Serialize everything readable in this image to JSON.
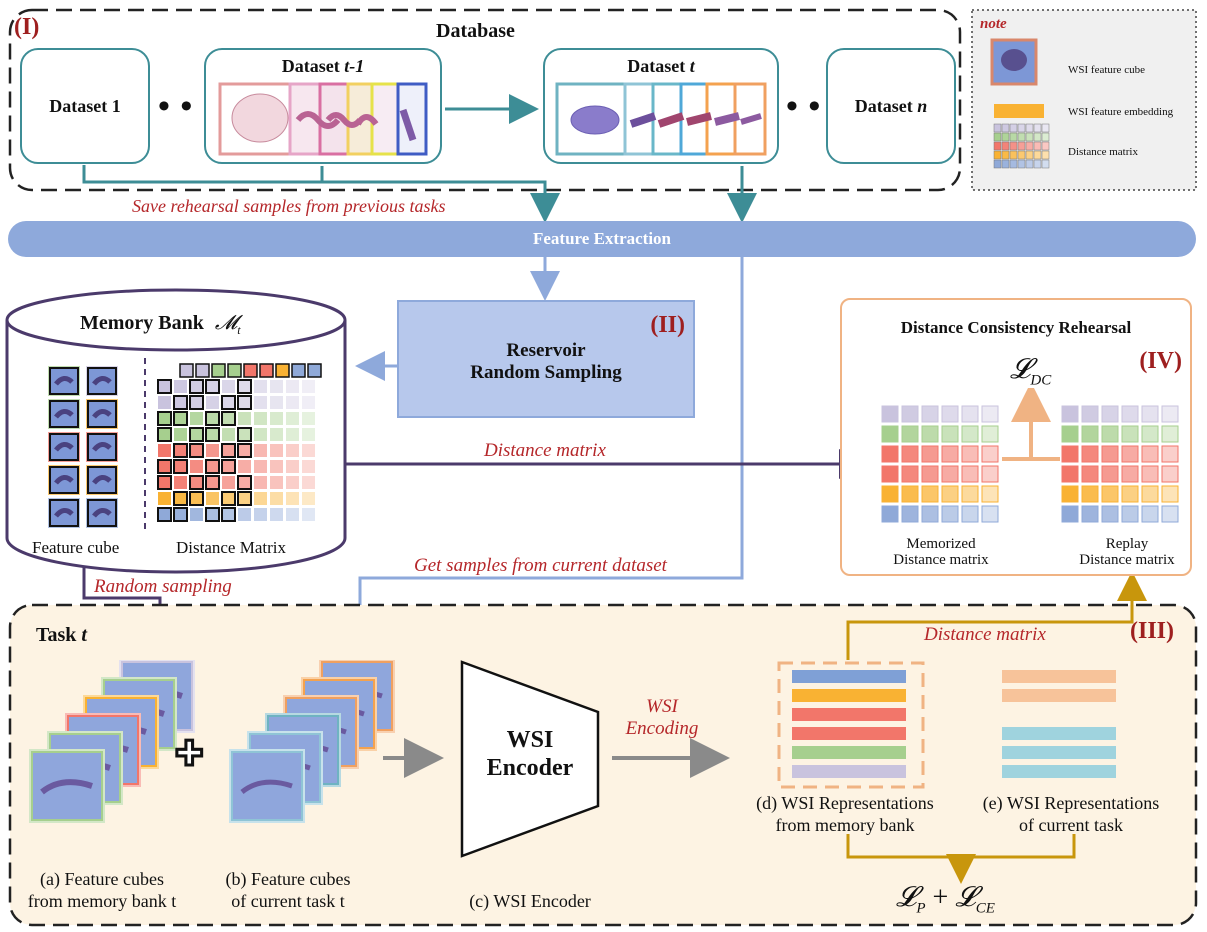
{
  "database": {
    "roman": "(I)",
    "title": "Database",
    "datasets": [
      {
        "label": "Dataset 1"
      },
      {
        "label": "Dataset t-1"
      },
      {
        "label": "Dataset t"
      },
      {
        "label": "Dataset n"
      }
    ],
    "ellipsis": "• • •"
  },
  "note": {
    "title": "note",
    "items": [
      {
        "icon": "wsi-feature-cube-icon",
        "label": "WSI feature cube"
      },
      {
        "icon": "wsi-feature-embedding-icon",
        "label": "WSI feature embedding"
      },
      {
        "icon": "distance-matrix-icon",
        "label": "Distance matrix"
      }
    ]
  },
  "save_rehearsal_label": "Save rehearsal samples from previous tasks",
  "feature_extraction": "Feature Extraction",
  "memory_bank": {
    "title": "Memory Bank",
    "symbol": "𝓜",
    "subscript": "t",
    "feature_cube_label": "Feature cube",
    "distance_matrix_label": "Distance Matrix"
  },
  "reservoir": {
    "roman": "(II)",
    "line1": "Reservoir",
    "line2": "Random Sampling"
  },
  "dcr": {
    "roman": "(IV)",
    "title": "Distance Consistency Rehearsal",
    "loss": "𝓛",
    "loss_sub": "DC",
    "memorized_line1": "Memorized",
    "memorized_line2": "Distance matrix",
    "replay_line1": "Replay",
    "replay_line2": "Distance matrix"
  },
  "arrows": {
    "distance_matrix_1": "Distance matrix",
    "get_samples": "Get samples from current dataset",
    "random_sampling": "Random sampling",
    "distance_matrix_2": "Distance matrix",
    "wsi_encoding_1": "WSI",
    "wsi_encoding_2": "Encoding"
  },
  "task": {
    "roman": "(III)",
    "title": "Task",
    "title_t": "t",
    "plus": "✚",
    "encoder_line1": "WSI",
    "encoder_line2": "Encoder",
    "captions": {
      "a1": "(a) Feature cubes",
      "a2": "from memory bank t",
      "b1": "(b) Feature cubes",
      "b2": "of current task t",
      "c": "(c) WSI Encoder",
      "d1": "(d) WSI Representations",
      "d2": "from memory bank",
      "e1": "(e) WSI Representations",
      "e2": "of current task"
    },
    "final_loss": "𝓛",
    "final_loss_sub1": "P",
    "final_plus": " + ",
    "final_loss2": "𝓛",
    "final_loss_sub2": "CE"
  },
  "colors": {
    "teal": "#3d8d96",
    "feature_bar": "#8ea9db",
    "purple": "#4b3a6b",
    "red_text": "#b5272a",
    "orange_border": "#f0b383",
    "gold": "#c8960c",
    "task_bg": "#fdf3e3",
    "matrix_rows": [
      "#c9c3de",
      "#a6cf8e",
      "#f2766a",
      "#f2766a",
      "#f9b233",
      "#8fa9d8"
    ],
    "rep_bars_memory": [
      "#7fa0d6",
      "#f9b233",
      "#f2766a",
      "#f2766a",
      "#a6cf8e",
      "#c9c3de"
    ],
    "rep_bars_current": [
      "#f7c39a",
      "#f7c39a",
      "#9fd3de",
      "#9fd3de",
      "#9fd3de"
    ]
  }
}
